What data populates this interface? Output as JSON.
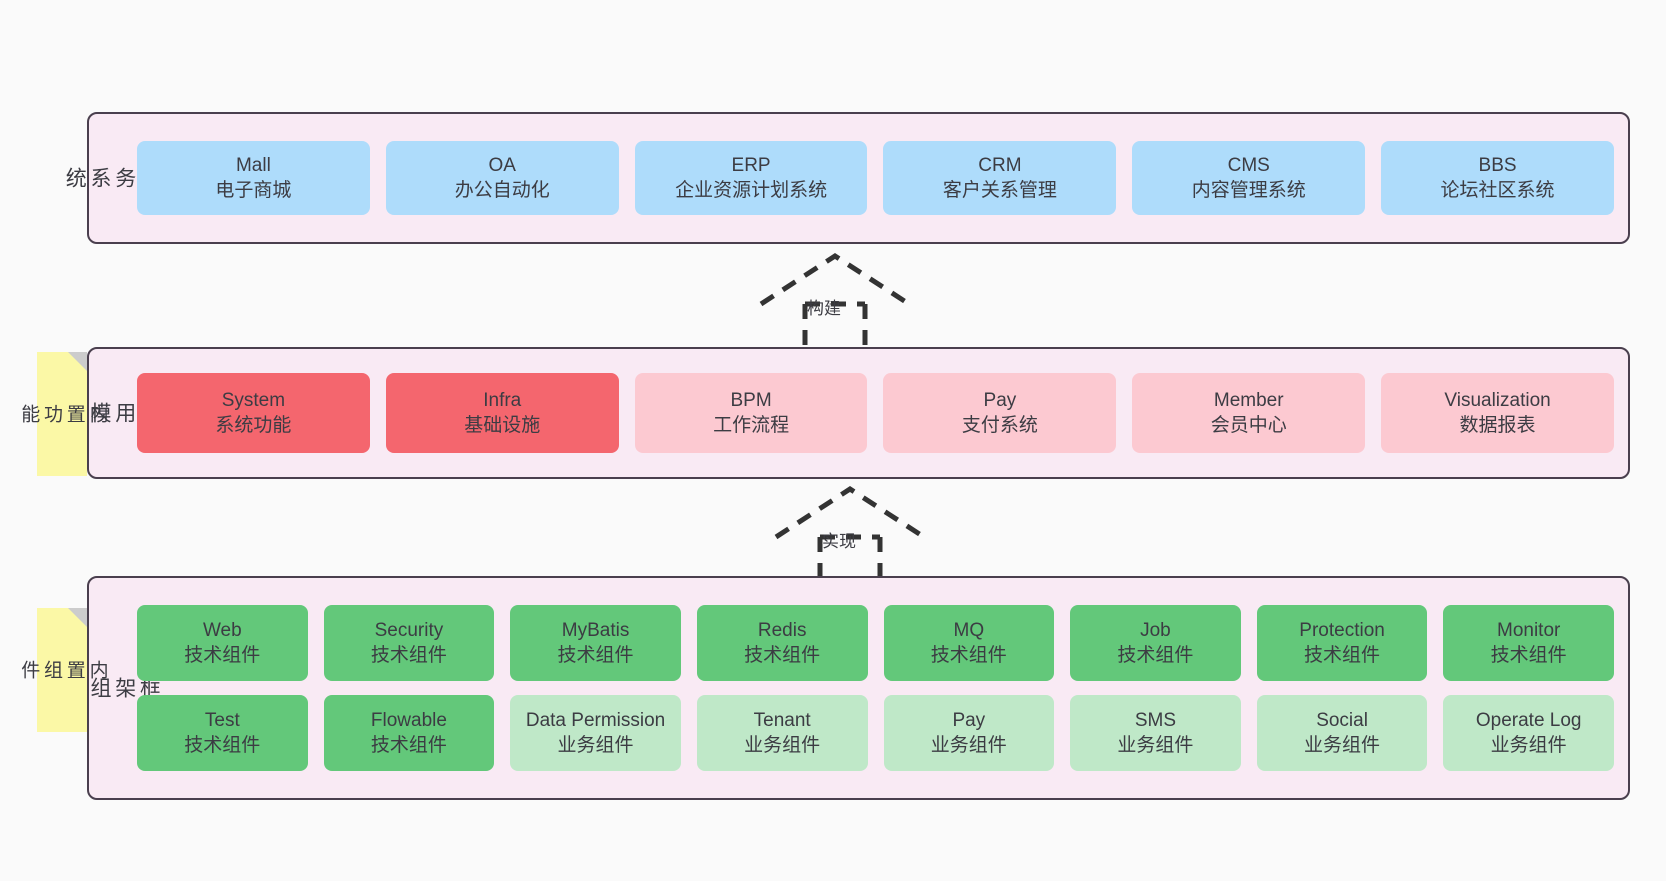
{
  "diagram": {
    "title_layers": [
      "业务系统",
      "通用模块",
      "框架组件"
    ],
    "layers": [
      {
        "id": "business",
        "vertical_title": "业\n务\n系\n统",
        "rows": [
          {
            "cards": [
              {
                "t1": "Mall",
                "t2": "电子商城",
                "style": "c-blue"
              },
              {
                "t1": "OA",
                "t2": "办公自动化",
                "style": "c-blue"
              },
              {
                "t1": "ERP",
                "t2": "企业资源计划系统",
                "style": "c-blue"
              },
              {
                "t1": "CRM",
                "t2": "客户关系管理",
                "style": "c-blue"
              },
              {
                "t1": "CMS",
                "t2": "内容管理系统",
                "style": "c-blue"
              },
              {
                "t1": "BBS",
                "t2": "论坛社区系统",
                "style": "c-blue"
              }
            ]
          }
        ]
      },
      {
        "id": "modules",
        "vertical_title": "通\n用\n模\n块",
        "rows": [
          {
            "cards": [
              {
                "t1": "System",
                "t2": "系统功能",
                "style": "c-red"
              },
              {
                "t1": "Infra",
                "t2": "基础设施",
                "style": "c-red"
              },
              {
                "t1": "BPM",
                "t2": "工作流程",
                "style": "c-pink"
              },
              {
                "t1": "Pay",
                "t2": "支付系统",
                "style": "c-pink"
              },
              {
                "t1": "Member",
                "t2": "会员中心",
                "style": "c-pink"
              },
              {
                "t1": "Visualization",
                "t2": "数据报表",
                "style": "c-pink"
              }
            ]
          }
        ]
      },
      {
        "id": "framework",
        "vertical_title": "框\n架\n组\n件",
        "rows": [
          {
            "cards": [
              {
                "t1": "Web",
                "t2": "技术组件",
                "style": "c-green"
              },
              {
                "t1": "Security",
                "t2": "技术组件",
                "style": "c-green"
              },
              {
                "t1": "MyBatis",
                "t2": "技术组件",
                "style": "c-green"
              },
              {
                "t1": "Redis",
                "t2": "技术组件",
                "style": "c-green"
              },
              {
                "t1": "MQ",
                "t2": "技术组件",
                "style": "c-green"
              },
              {
                "t1": "Job",
                "t2": "技术组件",
                "style": "c-green"
              },
              {
                "t1": "Protection",
                "t2": "技术组件",
                "style": "c-green"
              },
              {
                "t1": "Monitor",
                "t2": "技术组件",
                "style": "c-green"
              }
            ]
          },
          {
            "cards": [
              {
                "t1": "Test",
                "t2": "技术组件",
                "style": "c-green"
              },
              {
                "t1": "Flowable",
                "t2": "技术组件",
                "style": "c-green"
              },
              {
                "t1": "Data Permission",
                "t2": "业务组件",
                "style": "c-lgreen"
              },
              {
                "t1": "Tenant",
                "t2": "业务组件",
                "style": "c-lgreen"
              },
              {
                "t1": "Pay",
                "t2": "业务组件",
                "style": "c-lgreen"
              },
              {
                "t1": "SMS",
                "t2": "业务组件",
                "style": "c-lgreen"
              },
              {
                "t1": "Social",
                "t2": "业务组件",
                "style": "c-lgreen"
              },
              {
                "t1": "Operate Log",
                "t2": "业务组件",
                "style": "c-lgreen"
              }
            ]
          }
        ]
      }
    ],
    "notes": [
      {
        "id": "features",
        "text": "内\n置\n功\n能"
      },
      {
        "id": "components",
        "text": "内\n置\n组\n件"
      }
    ],
    "connectors": [
      {
        "id": "build",
        "label": "构建"
      },
      {
        "id": "impl",
        "label": "实现"
      }
    ],
    "colors": {
      "canvas_bg": "#fafafa",
      "layer_bg": "#f9eaf4",
      "layer_border": "#4a3f4e",
      "blue": "#aedcfb",
      "red": "#f4666e",
      "pink": "#fcc9d1",
      "green": "#63c87a",
      "light_green": "#bfe8c8",
      "note_bg": "#fbf8a6",
      "note_fold": "#cccccc",
      "text": "#3c3c43",
      "connector": "#333333"
    }
  }
}
